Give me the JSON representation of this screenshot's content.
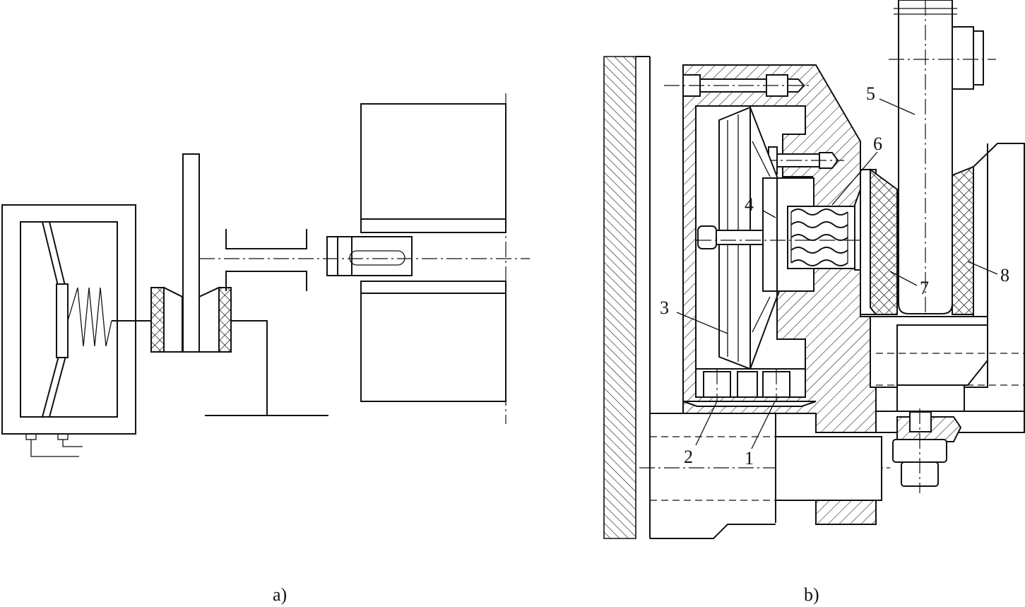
{
  "diagram_a": {
    "caption": "a)"
  },
  "diagram_b": {
    "caption": "b)",
    "part_labels": [
      "1",
      "2",
      "3",
      "4",
      "5",
      "6",
      "7",
      "8"
    ]
  },
  "colors": {
    "ink": "#111111",
    "background": "#ffffff"
  }
}
